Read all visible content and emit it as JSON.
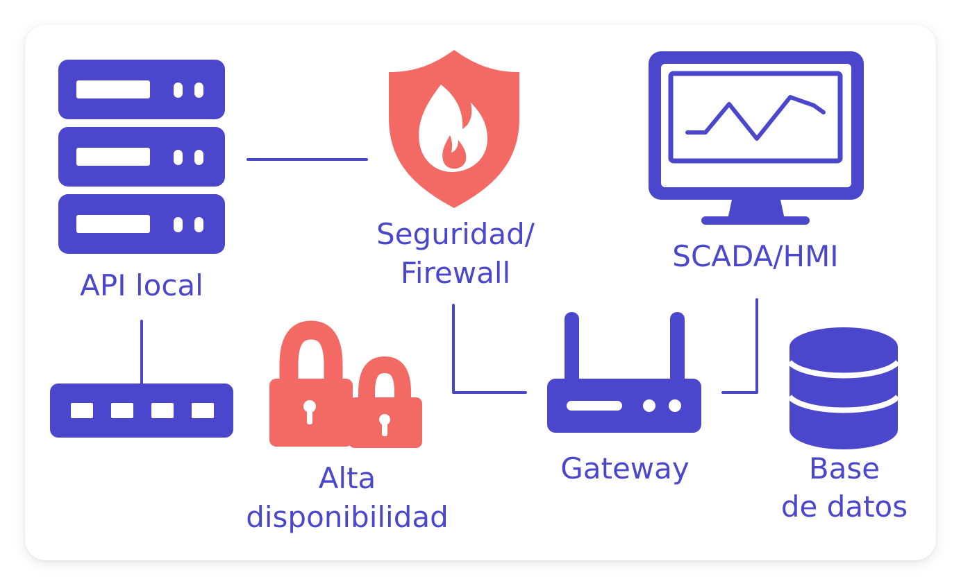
{
  "colors": {
    "primary": "#4a47cc",
    "accent": "#f26a63",
    "background": "#ffffff"
  },
  "nodes": {
    "api_local": {
      "icon": "server-rack-icon",
      "label": "API local"
    },
    "firewall": {
      "icon": "firewall-shield-icon",
      "label_line1": "Seguridad/",
      "label_line2": "Firewall"
    },
    "scada": {
      "icon": "monitor-chart-icon",
      "label": "SCADA/HMI"
    },
    "switch": {
      "icon": "network-switch-icon"
    },
    "high_availability": {
      "icon": "padlocks-icon",
      "label_line1": "Alta",
      "label_line2": "disponibilidad"
    },
    "gateway": {
      "icon": "router-icon",
      "label": "Gateway"
    },
    "database": {
      "icon": "database-icon",
      "label_line1": "Base",
      "label_line2": "de datos"
    }
  }
}
